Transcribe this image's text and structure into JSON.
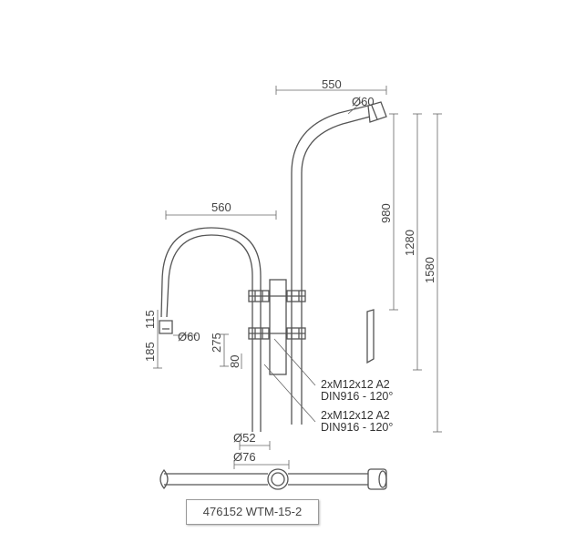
{
  "dimensions": {
    "top_arm_width": "550",
    "top_arm_diameter": "Ø60",
    "left_arm_width": "560",
    "left_arm_diameter": "Ø60",
    "d_980": "980",
    "d_1280": "1280",
    "d_1580": "1580",
    "d_115": "115",
    "d_185": "185",
    "d_275": "275",
    "d_80": "80",
    "pole_small": "Ø52",
    "pole_large": "Ø76"
  },
  "notes": {
    "bolt_1_line1": "2xM12x12 A2",
    "bolt_1_line2": "DIN916 - 120°",
    "bolt_2_line1": "2xM12x12 A2",
    "bolt_2_line2": "DIN916 - 120°"
  },
  "product_code": "476152 WTM-15-2",
  "colors": {
    "line": "#555555",
    "text": "#444444"
  }
}
